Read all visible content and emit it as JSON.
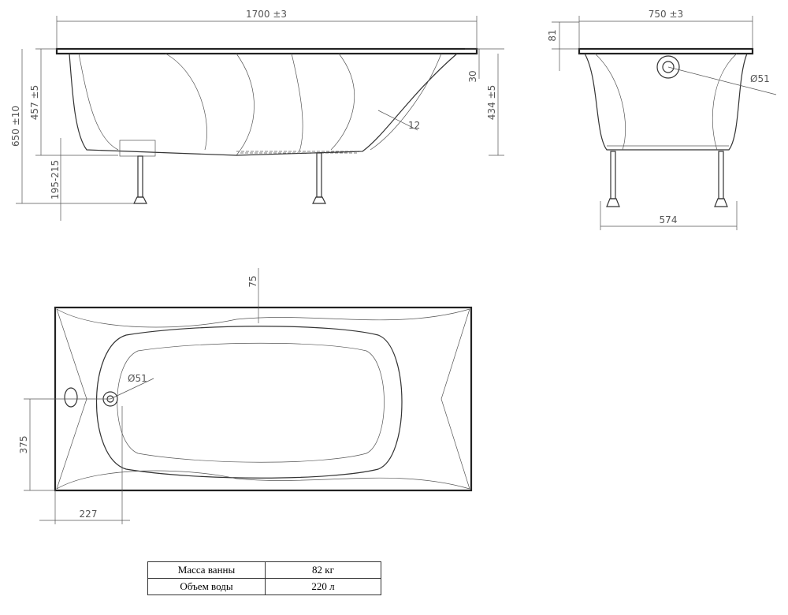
{
  "side_view": {
    "length": "1700 ±3",
    "total_height": "650 ±10",
    "depth": "457 ±5",
    "leg_height": "195-215",
    "rim": "30",
    "inner_depth": "434 ±5",
    "wall": "12"
  },
  "end_view": {
    "width": "750 ±3",
    "rim_height": "81",
    "drain": "Ø51",
    "leg_span": "574"
  },
  "top_view": {
    "edge": "75",
    "drain": "Ø51",
    "drain_y": "375",
    "drain_x": "227"
  },
  "specs": [
    {
      "label": "Масса ванны",
      "value": "82 кг"
    },
    {
      "label": "Объем воды",
      "value": "220 л"
    }
  ]
}
